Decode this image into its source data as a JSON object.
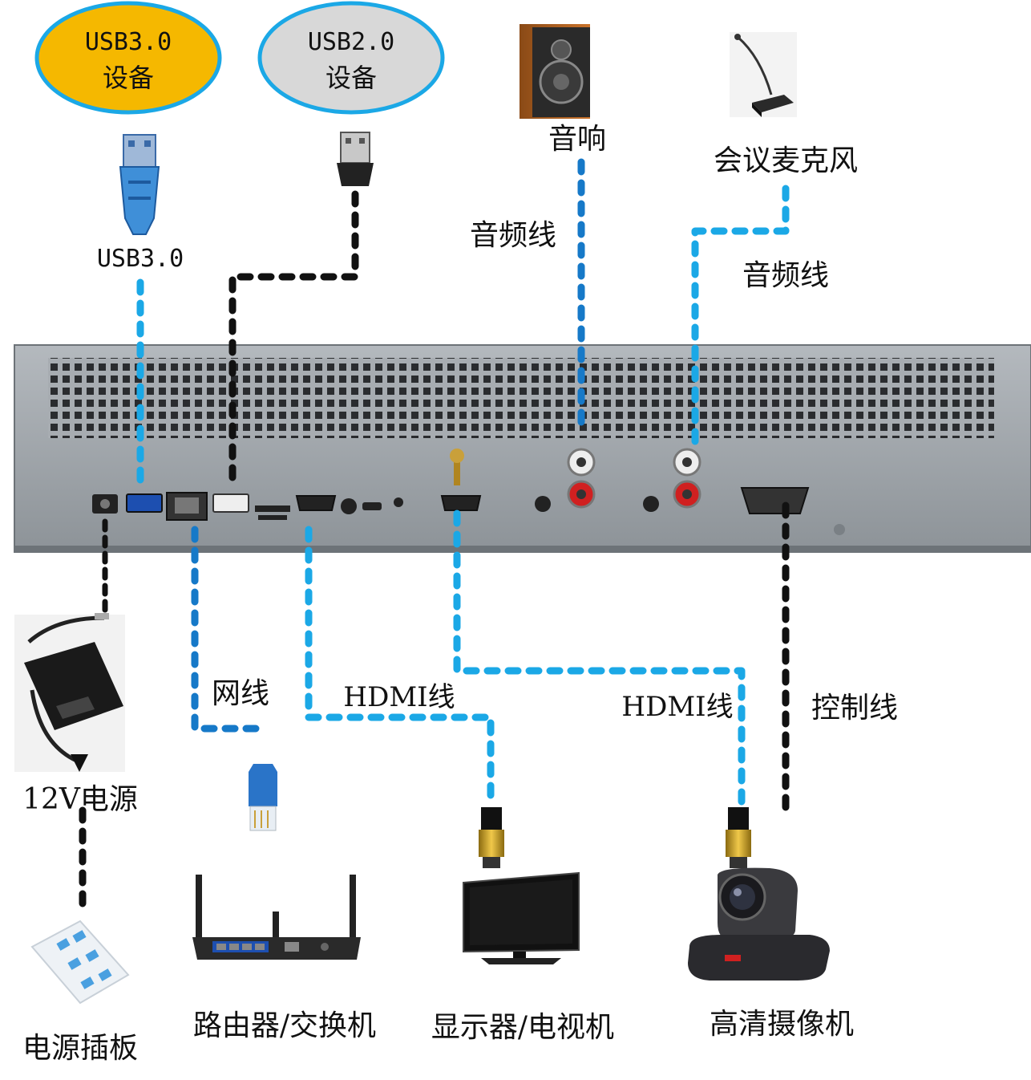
{
  "colors": {
    "cable_light_blue": "#1ba8e6",
    "cable_mid_blue": "#1679c8",
    "cable_dark_blue": "#0d5fb0",
    "cable_black": "#111111",
    "usb3_fill": "#f5b800",
    "usb3_border": "#1ba8e6",
    "usb2_fill": "#d8d8d8",
    "usb2_border": "#1ba8e6",
    "panel": "#9aa0a6"
  },
  "devices": {
    "usb3_device": {
      "line1": "USB3.0",
      "line2": "设备",
      "icon": "usb3-device-bubble"
    },
    "usb2_device": {
      "line1": "USB2.0",
      "line2": "设备",
      "icon": "usb2-device-bubble"
    },
    "speaker": {
      "label": "音响",
      "icon": "speaker-icon"
    },
    "microphone": {
      "label": "会议麦克风",
      "icon": "microphone-icon"
    },
    "power_adapter": {
      "label": "12V电源",
      "icon": "power-adapter-icon"
    },
    "power_strip": {
      "label": "电源插板",
      "icon": "power-strip-icon"
    },
    "router": {
      "label": "路由器/交换机",
      "icon": "router-icon"
    },
    "monitor": {
      "label": "显示器/电视机",
      "icon": "monitor-icon"
    },
    "camera": {
      "label": "高清摄像机",
      "icon": "ptz-camera-icon"
    }
  },
  "cables": {
    "usb3": "USB3.0",
    "speaker_audio": "音频线",
    "mic_audio": "音频线",
    "network": "网线",
    "hdmi_monitor": "HDMI线",
    "hdmi_camera": "HDMI线",
    "control": "控制线"
  }
}
